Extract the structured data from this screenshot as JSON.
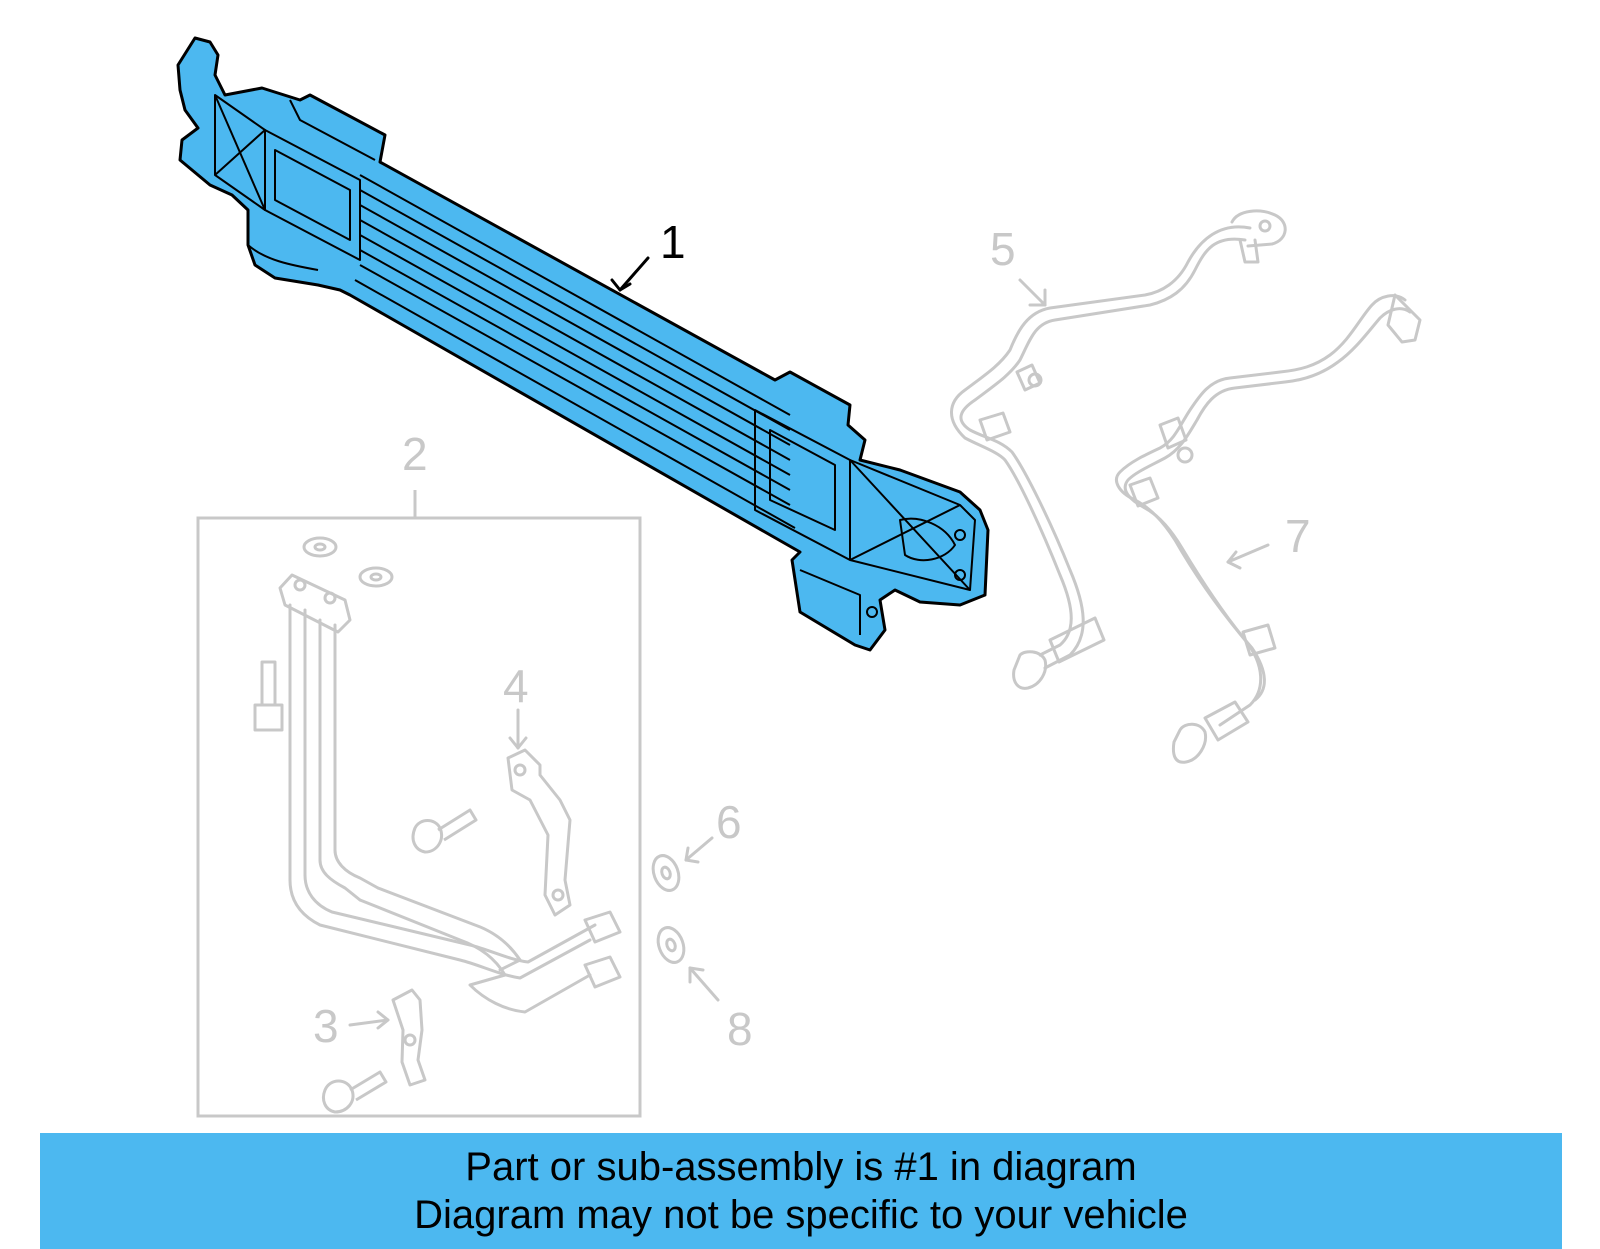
{
  "callouts": [
    "1",
    "2",
    "3",
    "4",
    "5",
    "6",
    "7",
    "8"
  ],
  "highlighted_part": "1",
  "colors": {
    "highlight_fill": "#4cb8f0",
    "highlight_stroke": "#000000",
    "ghost_stroke": "#c8c8c8",
    "banner_bg": "#4cb8f0"
  },
  "banner": {
    "line1": "Part or sub-assembly is #1 in diagram",
    "line2": "Diagram may not be specific to your vehicle"
  }
}
